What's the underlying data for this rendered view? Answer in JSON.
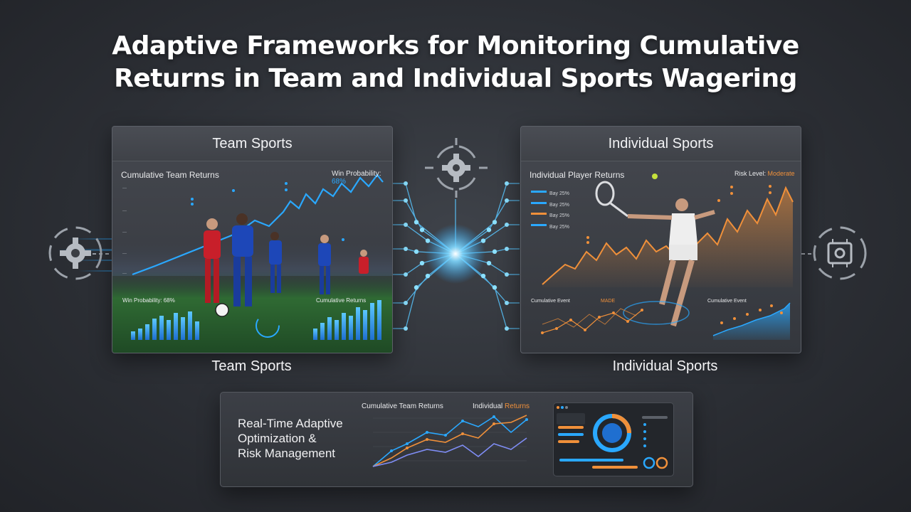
{
  "title": {
    "line1": "Adaptive Frameworks for Monitoring Cumulative",
    "line2": "Returns in Team and Individual Sports Wagering"
  },
  "team_panel": {
    "header": "Team Sports",
    "chart_title": "Cumulative Team Returns",
    "win_prob_label": "Win Probability: ",
    "win_prob_value": "68%",
    "lower_left_title": "Win Probability: 68%",
    "lower_right_title": "Cumulative Returns",
    "footer_label": "Team Sports",
    "accent": "#2aa8ff"
  },
  "individual_panel": {
    "header": "Individual Sports",
    "chart_title": "Individual Player Returns",
    "risk_label": "Risk Level: ",
    "risk_value": "Moderate",
    "legend": [
      "Bay 25%",
      "Bay 25%",
      "Bay 25%",
      "Bay 25%"
    ],
    "lower_left_title": "Cumulative Event",
    "lower_left_badge": "MADE",
    "lower_right_title": "Cumulative Event",
    "footer_label": "Individual Sports",
    "accent": "#f0903a"
  },
  "bottom_panel": {
    "line1": "Real-Time Adaptive",
    "line2": "Optimization &",
    "line3": "Risk Management",
    "chart_title_left": "Cumulative Team Returns",
    "chart_title_right_a": "Individual ",
    "chart_title_right_b": "Returns"
  },
  "icons": {
    "left": "gear-cycle-icon",
    "center": "gear-cycle-icon",
    "right": "chip-cycle-icon"
  }
}
